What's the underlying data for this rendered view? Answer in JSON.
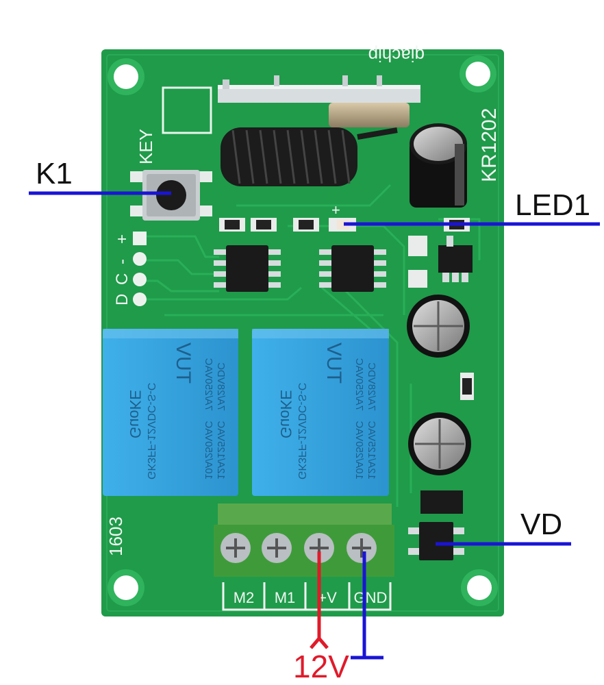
{
  "board": {
    "model": "KR1202",
    "brand": "qiachip",
    "key_silk": "KEY",
    "date_code": "1603",
    "side_pins": [
      "+",
      "-",
      "C",
      "D"
    ],
    "led_polarity": "+"
  },
  "relays": [
    {
      "brand": "GuoKE",
      "model": "GK3FF-12VDC-S-C",
      "ratings": [
        "10A/250VAC",
        "12A/125VAC"
      ],
      "cert": "TUV",
      "ratings2": [
        "7A/250VAC",
        "7A/28VDC"
      ]
    },
    {
      "brand": "GuoKE",
      "model": "GK3FF-12VDC-S-C",
      "ratings": [
        "10A/250VAC",
        "12A/125VAC"
      ],
      "cert": "TUV",
      "ratings2": [
        "7A/250VAC",
        "7A/28VDC"
      ]
    }
  ],
  "terminals": [
    "M2",
    "M1",
    "+V",
    "GND"
  ],
  "annotations": {
    "k1": "K1",
    "led1": "LED1",
    "vd": "VD",
    "supply": "12V"
  },
  "colors": {
    "pcb": "#1f9b4a",
    "relay": "#3aa6e0",
    "terminal_block": "#3f9b3a",
    "callout_line": "#1a14d6",
    "supply_line": "#e01a2a"
  }
}
